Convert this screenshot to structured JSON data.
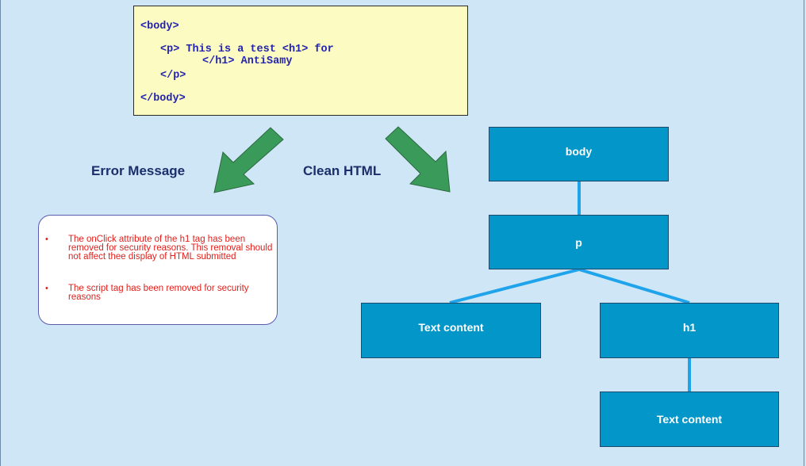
{
  "code_snippet": {
    "lines": [
      "<body>",
      "<p> This is a test <h1> for",
      "</h1> AntiSamy",
      "</p>",
      "</body>"
    ]
  },
  "labels": {
    "error_message": "Error Message",
    "clean_html": "Clean HTML"
  },
  "error_messages": [
    "The onClick attribute of the h1 tag has been removed for security reasons. This removal should not affect thee display of HTML submitted",
    "The script tag has been removed for security reasons"
  ],
  "bullet_glyph": "•",
  "tree": {
    "body": "body",
    "p": "p",
    "text_left": "Text content",
    "h1": "h1",
    "text_bottom": "Text content"
  },
  "colors": {
    "background": "#cfe6f7",
    "code_bg": "#fbfbc2",
    "code_text": "#2424b0",
    "arrow_green": "#3a9a5a",
    "node_fill": "#0396c9",
    "connector": "#1fa4ec",
    "error_text": "#e0201c",
    "heading_text": "#1b2f6b"
  },
  "icons": {
    "left_arrow": "down-left-arrow-icon",
    "right_arrow": "down-right-arrow-icon"
  }
}
